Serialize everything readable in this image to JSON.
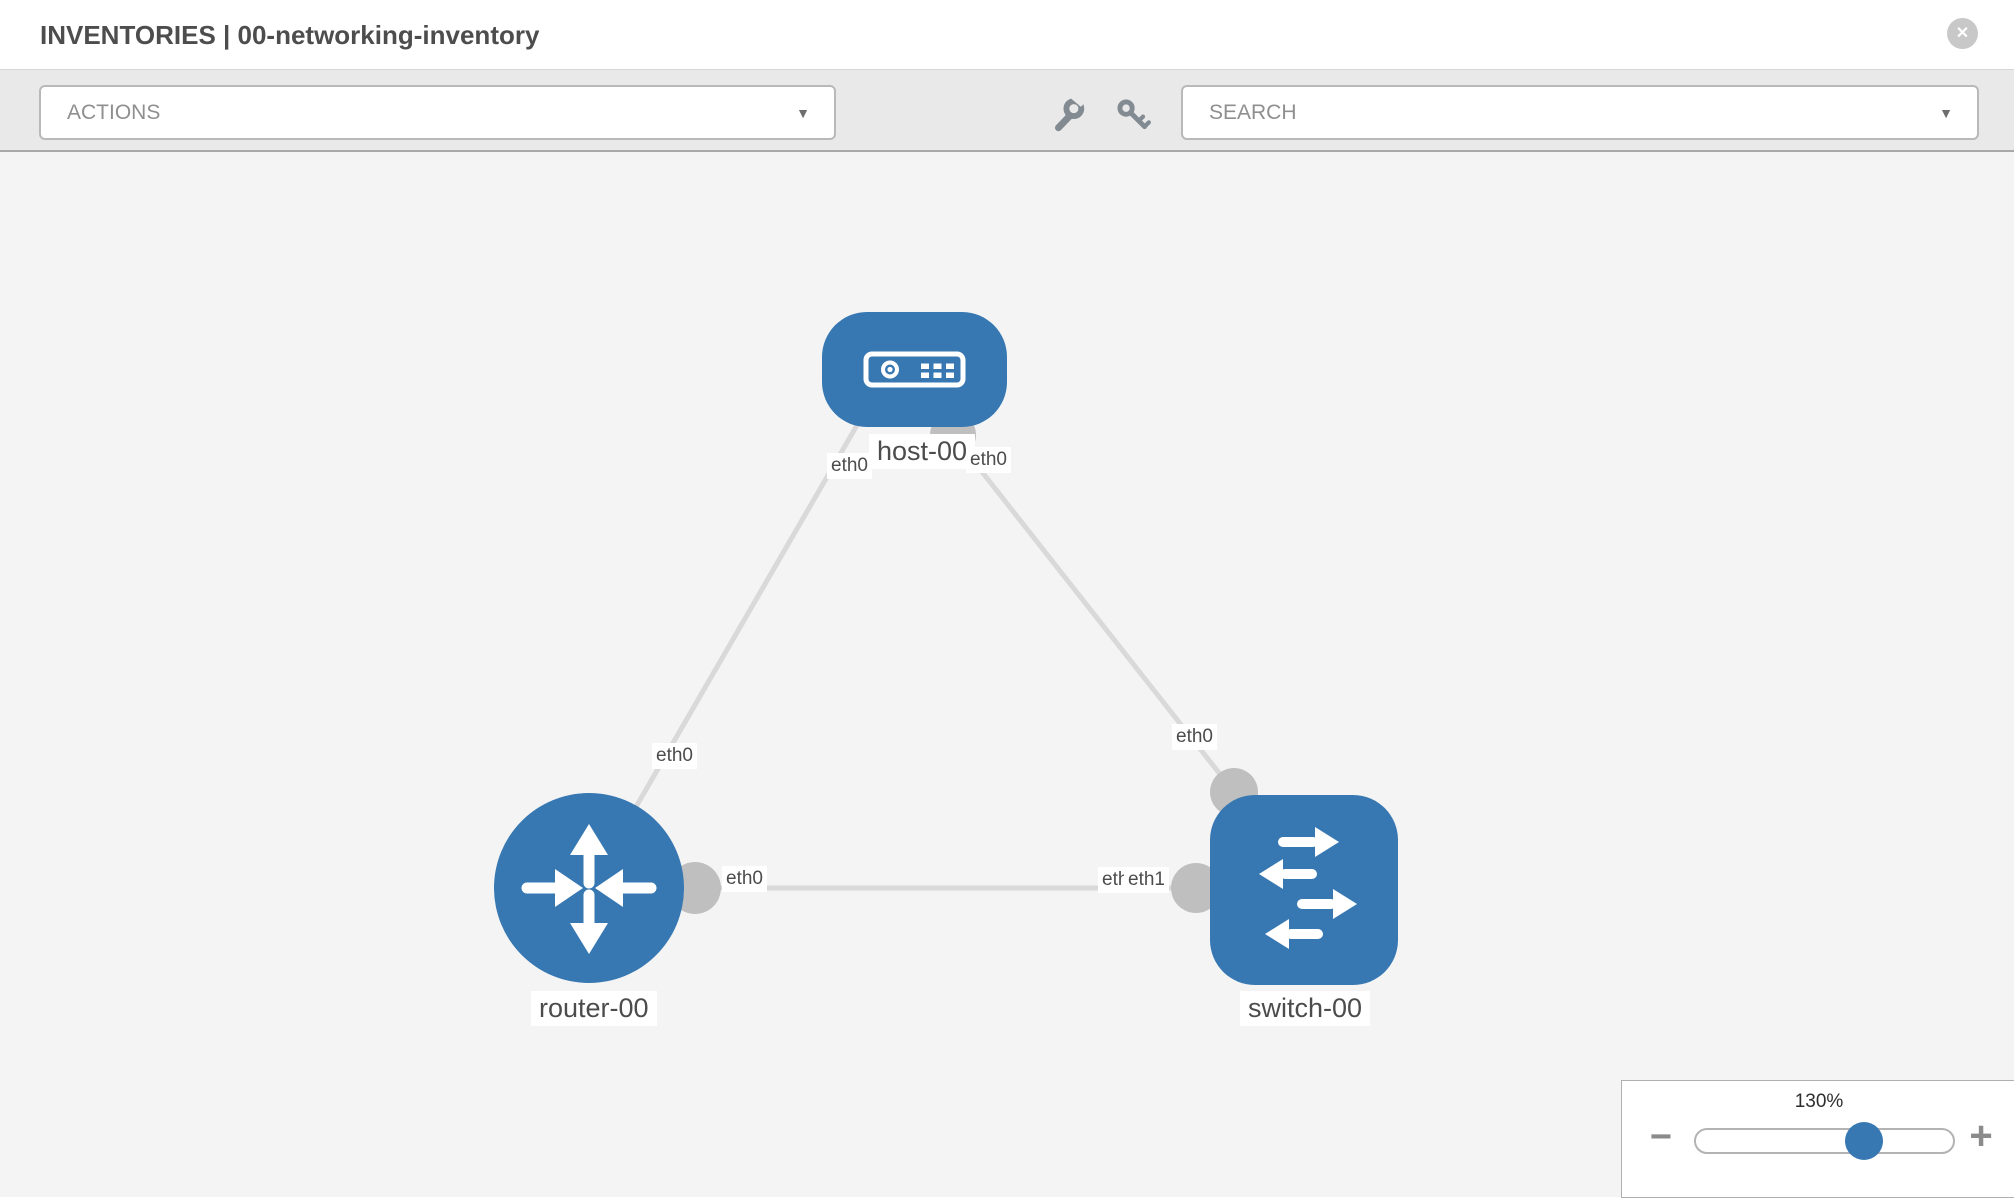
{
  "header": {
    "title": "INVENTORIES | 00-networking-inventory"
  },
  "toolbar": {
    "actions_label": "ACTIONS",
    "search_label": "SEARCH"
  },
  "icons": {
    "close": "✕",
    "caret": "▼",
    "minus": "−",
    "plus": "+",
    "wrench": "wrench-icon",
    "key": "key-icon"
  },
  "topology": {
    "nodes": [
      {
        "id": "host-00",
        "label": "host-00",
        "type": "host"
      },
      {
        "id": "router-00",
        "label": "router-00",
        "type": "router"
      },
      {
        "id": "switch-00",
        "label": "switch-00",
        "type": "switch"
      }
    ],
    "links": [
      {
        "from": "host-00",
        "from_if": "eth0",
        "to": "router-00",
        "to_if": "eth0"
      },
      {
        "from": "host-00",
        "from_if": "eth0",
        "to": "switch-00",
        "to_if": "eth0"
      },
      {
        "from": "router-00",
        "from_if": "eth0",
        "to": "switch-00",
        "to_if": "eth1"
      }
    ],
    "interface_labels": {
      "host_left": "eth0",
      "host_right": "eth0",
      "link1_router": "eth0",
      "link2_switch": "eth0",
      "link3_router": "eth0",
      "link3_switch_back": "eth0",
      "link3_switch_front": "eth1"
    }
  },
  "zoom_control": {
    "level": "130%"
  },
  "colors": {
    "node_blue": "#3778b2",
    "link_gray": "#d9d9d9",
    "port_gray": "#bfbfbf",
    "toolbar_gray": "#e9e9e9",
    "canvas_gray": "#f4f4f4"
  }
}
